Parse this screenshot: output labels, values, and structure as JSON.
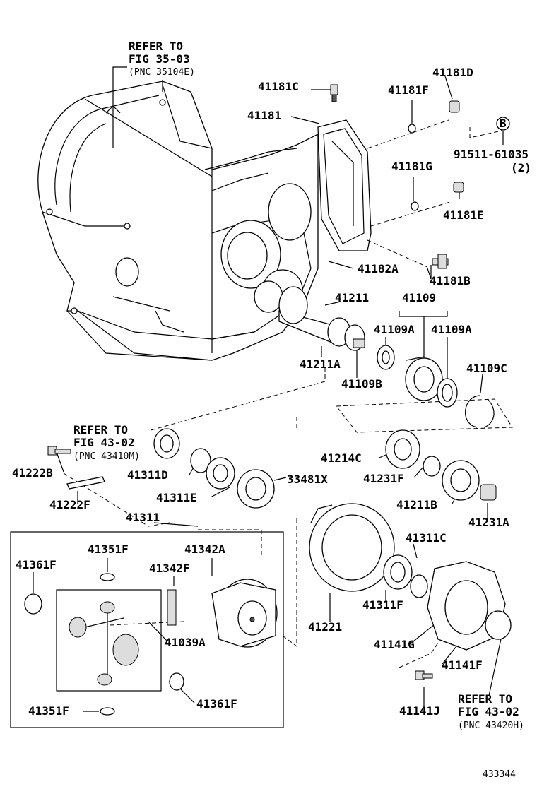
{
  "refs": {
    "ref_35": [
      "REFER TO",
      "FIG 35-03",
      "(PNC 35104E)"
    ],
    "ref_43a": [
      "REFER TO",
      "FIG 43-02",
      "(PNC 43410M)"
    ],
    "ref_43b": [
      "REFER TO",
      "FIG 43-02",
      "(PNC 43420H)"
    ]
  },
  "labels": {
    "p41181C": "41181C",
    "p41181D": "41181D",
    "p41181F": "41181F",
    "p41181": "41181",
    "pB": "B",
    "p91511": "91511-61035",
    "p91511_qty": "(2)",
    "p41181G": "41181G",
    "p41181E": "41181E",
    "p41182A": "41182A",
    "p41181B": "41181B",
    "p41211": "41211",
    "p41109": "41109",
    "p41109A_1": "41109A",
    "p41109A_2": "41109A",
    "p41211A": "41211A",
    "p41109B": "41109B",
    "p41109C": "41109C",
    "p41214C": "41214C",
    "p41222B": "41222B",
    "p41311D": "41311D",
    "p33481X": "33481X",
    "p41231F": "41231F",
    "p41311E": "41311E",
    "p41211B": "41211B",
    "p41222F": "41222F",
    "p41231A": "41231A",
    "p41311": "41311",
    "p41351F_top": "41351F",
    "p41342A": "41342A",
    "p41311C": "41311C",
    "p41361F_left": "41361F",
    "p41342F": "41342F",
    "p41311F": "41311F",
    "p41221": "41221",
    "p41141G": "41141G",
    "p41039A": "41039A",
    "p41141F": "41141F",
    "p41361F_bottom": "41361F",
    "p41351F_bottom": "41351F",
    "p41141J": "41141J"
  },
  "figure_number": "433344"
}
